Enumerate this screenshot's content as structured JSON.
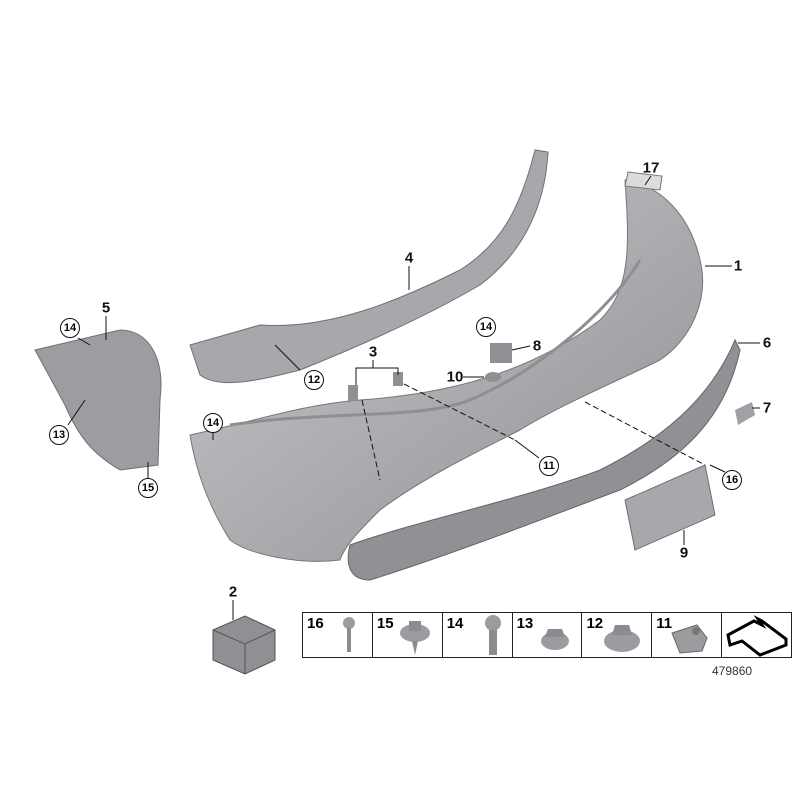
{
  "callouts": {
    "p17": "17",
    "p1": "1",
    "p4": "4",
    "p5": "5",
    "p3": "3",
    "p8": "8",
    "p6": "6",
    "p10": "10",
    "p7": "7",
    "p9": "9",
    "p2": "2"
  },
  "circled": {
    "c14a": "14",
    "c13": "13",
    "c15": "15",
    "c14b": "14",
    "c12": "12",
    "c14c": "14",
    "c11": "11",
    "c16": "16"
  },
  "legend": {
    "items": [
      {
        "label": "16",
        "icon": "screw-icon"
      },
      {
        "label": "15",
        "icon": "collar-screw-icon"
      },
      {
        "label": "14",
        "icon": "bolt-icon"
      },
      {
        "label": "13",
        "icon": "hex-nut-icon"
      },
      {
        "label": "12",
        "icon": "flange-nut-icon"
      },
      {
        "label": "11",
        "icon": "clip-nut-icon"
      }
    ],
    "last_icon": "arrow-icon"
  },
  "diagram_code": "479860",
  "colors": {
    "part": "#a9abae",
    "part_dark": "#7d7f82",
    "line": "#111111"
  }
}
